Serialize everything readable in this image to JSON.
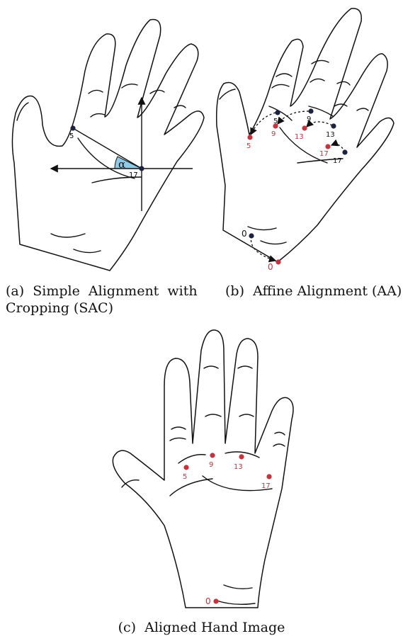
{
  "colors": {
    "landmark_dark": "#1c2340",
    "landmark_red": "#c8323c",
    "angle_fill": "#8ecae6",
    "line": "#111111"
  },
  "panel_a": {
    "caption_line1": "(a)  Simple  Alignment  with",
    "caption_line2": "Cropping (SAC)",
    "angle_symbol": "α",
    "labels": {
      "p5": "5",
      "p17": "17"
    }
  },
  "panel_b": {
    "caption": "(b)  Affine Alignment (AA)",
    "source_labels": {
      "p0": "0",
      "p5": "5",
      "p9": "9",
      "p13": "13",
      "p17": "17"
    },
    "target_labels": {
      "p0": "0",
      "p5": "5",
      "p9": "9",
      "p13": "13",
      "p17": "17"
    }
  },
  "panel_c": {
    "caption": "(c)  Aligned Hand Image",
    "labels": {
      "p0": "0",
      "p5": "5",
      "p9": "9",
      "p13": "13",
      "p17": "17"
    }
  }
}
